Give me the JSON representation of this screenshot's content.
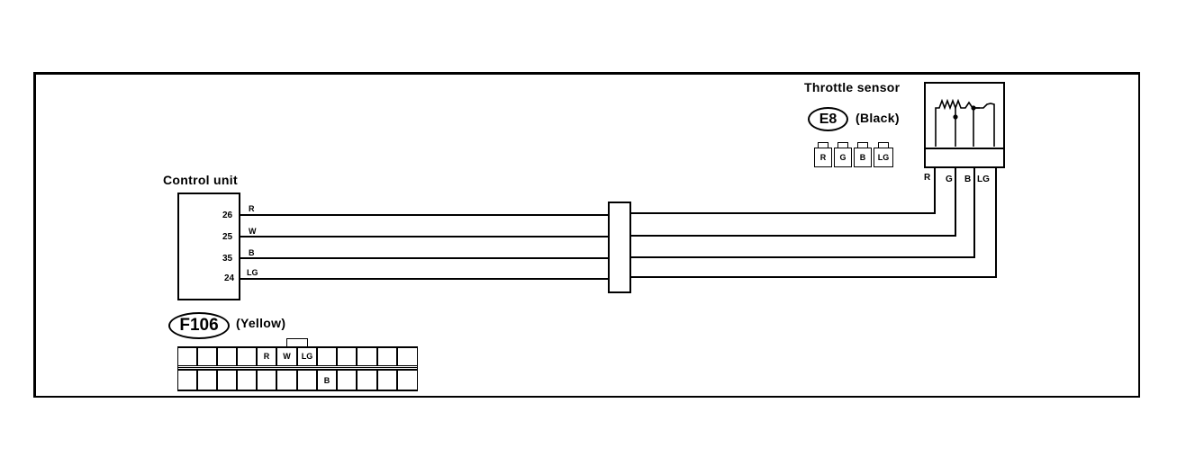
{
  "diagram": {
    "type": "wiring-diagram",
    "control_unit": {
      "label": "Control unit",
      "pins": [
        {
          "pin": "26",
          "wire": "R"
        },
        {
          "pin": "25",
          "wire": "W"
        },
        {
          "pin": "35",
          "wire": "B"
        },
        {
          "pin": "24",
          "wire": "LG"
        }
      ]
    },
    "throttle_sensor": {
      "label": "Throttle sensor",
      "connector_id": "E8",
      "connector_color": "(Black)",
      "terminals": [
        "R",
        "G",
        "B",
        "LG"
      ],
      "connector_face": [
        "R",
        "G",
        "B",
        "LG"
      ]
    },
    "harness_connector": {
      "connector_id": "F106",
      "connector_color": "(Yellow)",
      "top_row": [
        "",
        "",
        "",
        "",
        "R",
        "W",
        "LG",
        "",
        "",
        "",
        "",
        ""
      ],
      "bottom_row": [
        "",
        "",
        "",
        "",
        "",
        "",
        "",
        "B",
        "",
        "",
        "",
        ""
      ]
    },
    "colors": {
      "line": "#000000",
      "background": "#ffffff"
    }
  }
}
